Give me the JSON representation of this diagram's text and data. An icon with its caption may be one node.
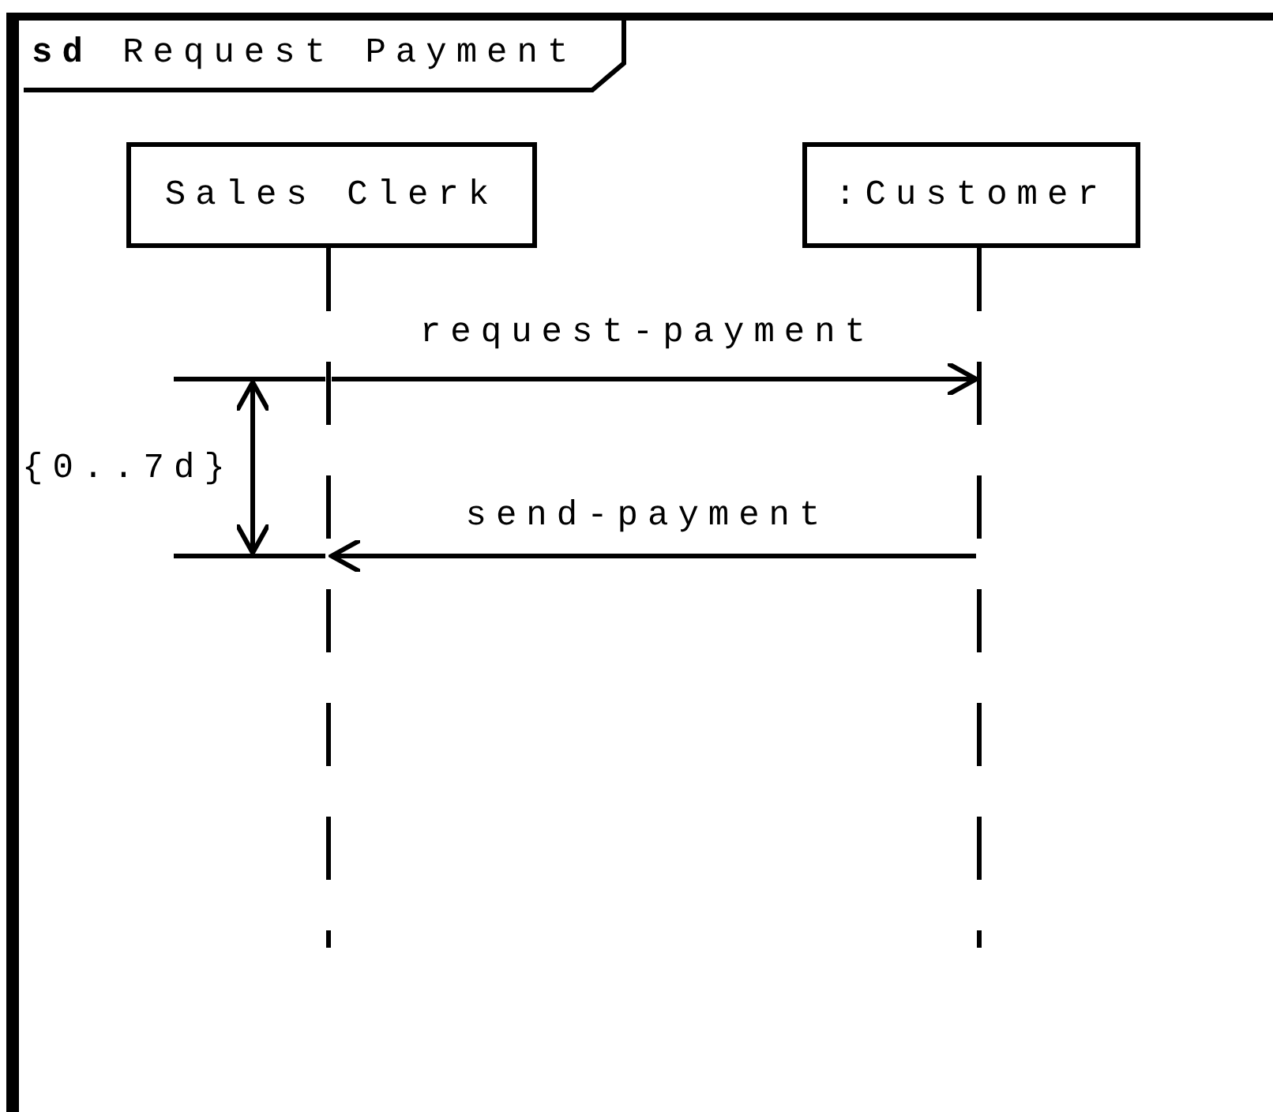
{
  "diagram": {
    "nodes": [
      {
        "text": [
          "**sd** Request Payment"
        ]
      },
      {
        "text": [
          "Sales Clerk"
        ],
        "in": 0
      },
      {
        "text": [
          ":Customer"
        ],
        "in": 0
      },
      {
        "text": [],
        "shape": "line",
        "in": 0
      },
      {
        "text": [],
        "shape": "line",
        "in": 0
      }
    ],
    "edges": [
      {
        "from": 3,
        "to": 4,
        "arrow": "to",
        "label": "request-payment"
      },
      {
        "from": 4,
        "to": 3,
        "arrow": "to",
        "label": "send-payment"
      }
    ],
    "labels": [
      "{0..7d}"
    ]
  }
}
